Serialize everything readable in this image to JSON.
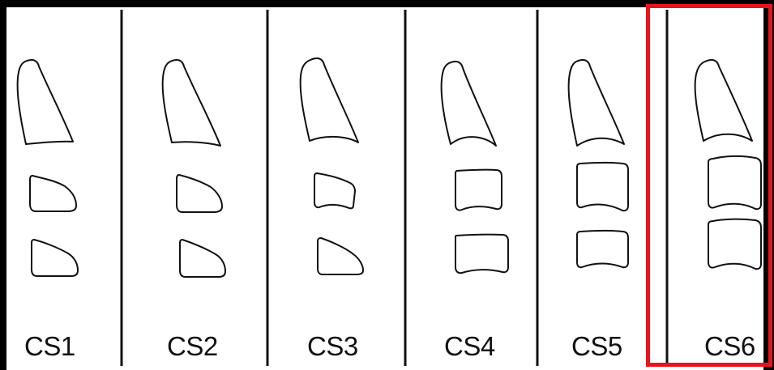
{
  "stages": [
    {
      "label": "CS1"
    },
    {
      "label": "CS2"
    },
    {
      "label": "CS3"
    },
    {
      "label": "CS4"
    },
    {
      "label": "CS5"
    },
    {
      "label": "CS6"
    }
  ],
  "highlight": {
    "stage": "CS6",
    "color": "#e8141b"
  },
  "colors": {
    "background": "#000000",
    "panel": "#ffffff",
    "line": "#111111"
  }
}
